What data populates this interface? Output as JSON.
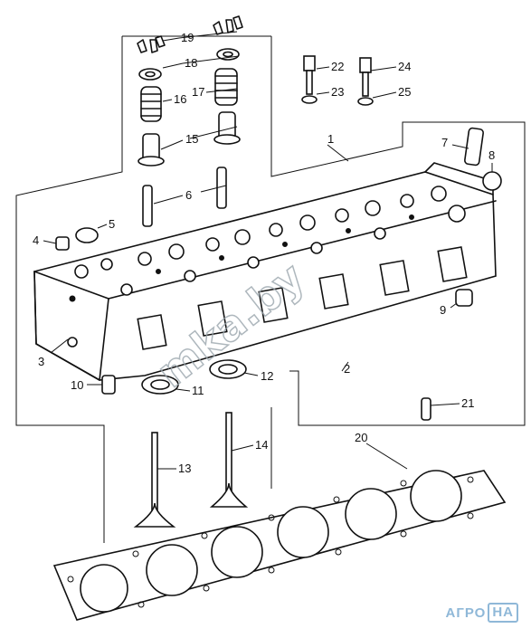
{
  "diagram": {
    "callouts": [
      "1",
      "2",
      "3",
      "4",
      "5",
      "6",
      "7",
      "8",
      "9",
      "10",
      "11",
      "12",
      "13",
      "14",
      "15",
      "16",
      "17",
      "18",
      "19",
      "20",
      "21",
      "22",
      "23",
      "24",
      "25"
    ],
    "watermark_text": "mka.by",
    "logo": {
      "left": "АГРО",
      "right": "НА"
    },
    "colors": {
      "ink": "#111111",
      "watermark": "#9ba6ad",
      "logo": "#8fb8d8"
    }
  }
}
